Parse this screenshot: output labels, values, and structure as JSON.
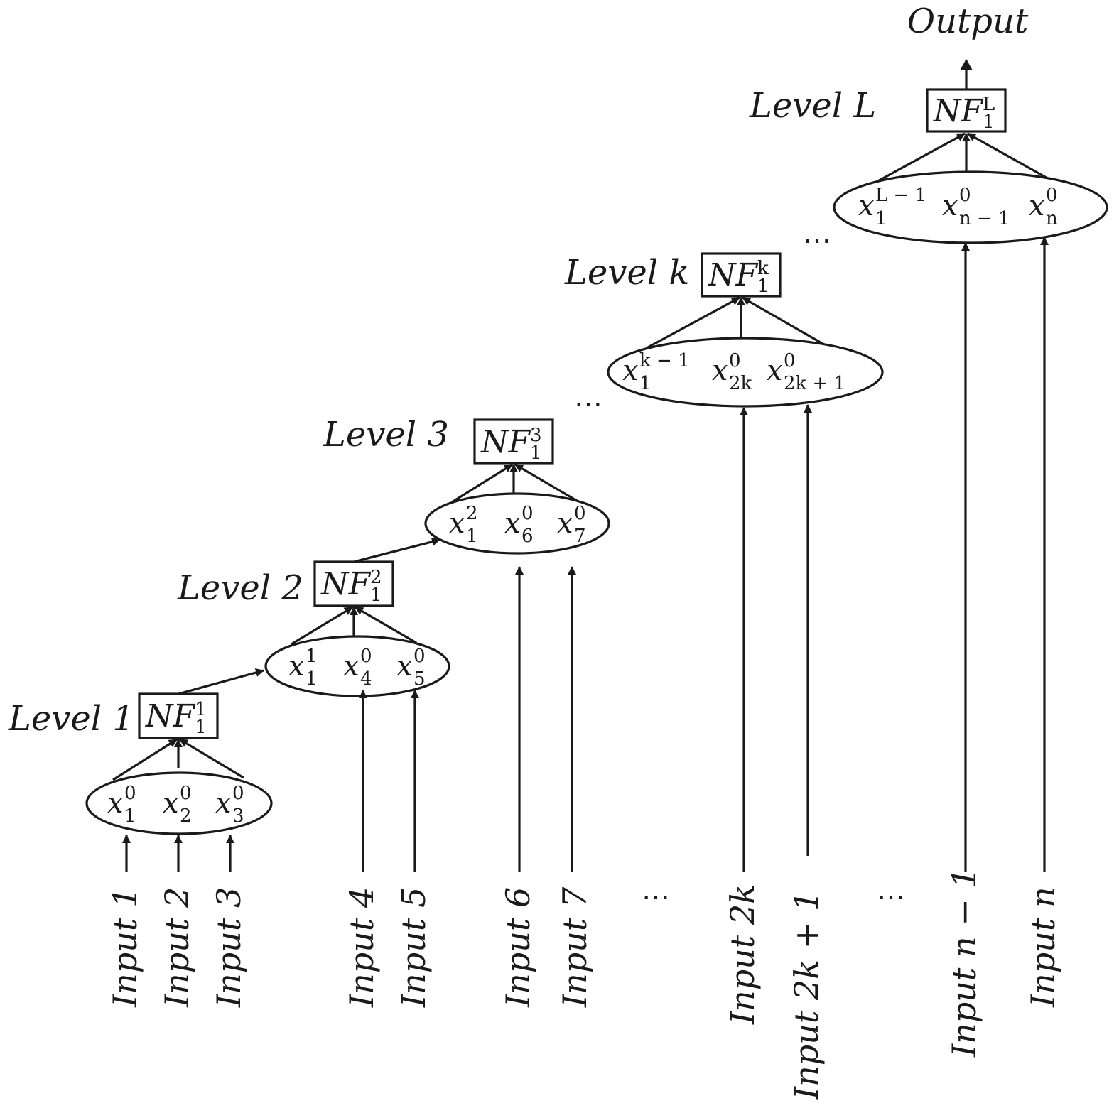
{
  "output_label": "Output",
  "dots": "⋯",
  "levels": [
    {
      "label": "Level 1",
      "nf": {
        "base": "NF",
        "sup": "1",
        "sub": "1"
      },
      "vars": [
        {
          "base": "x",
          "sup": "0",
          "sub": "1"
        },
        {
          "base": "x",
          "sup": "0",
          "sub": "2"
        },
        {
          "base": "x",
          "sup": "0",
          "sub": "3"
        }
      ]
    },
    {
      "label": "Level 2",
      "nf": {
        "base": "NF",
        "sup": "2",
        "sub": "1"
      },
      "vars": [
        {
          "base": "x",
          "sup": "1",
          "sub": "1"
        },
        {
          "base": "x",
          "sup": "0",
          "sub": "4"
        },
        {
          "base": "x",
          "sup": "0",
          "sub": "5"
        }
      ]
    },
    {
      "label": "Level 3",
      "nf": {
        "base": "NF",
        "sup": "3",
        "sub": "1"
      },
      "vars": [
        {
          "base": "x",
          "sup": "2",
          "sub": "1"
        },
        {
          "base": "x",
          "sup": "0",
          "sub": "6"
        },
        {
          "base": "x",
          "sup": "0",
          "sub": "7"
        }
      ]
    },
    {
      "label": "Level k",
      "nf": {
        "base": "NF",
        "sup": "k",
        "sub": "1"
      },
      "vars": [
        {
          "base": "x",
          "sup": "k − 1",
          "sub": "1"
        },
        {
          "base": "x",
          "sup": "0",
          "sub": "2k"
        },
        {
          "base": "x",
          "sup": "0",
          "sub": "2k + 1"
        }
      ]
    },
    {
      "label": "Level L",
      "nf": {
        "base": "NF",
        "sup": "L",
        "sub": "1"
      },
      "vars": [
        {
          "base": "x",
          "sup": "L − 1",
          "sub": "1"
        },
        {
          "base": "x",
          "sup": "0",
          "sub": "n − 1"
        },
        {
          "base": "x",
          "sup": "0",
          "sub": "n"
        }
      ]
    }
  ],
  "inputs": [
    "Input 1",
    "Input 2",
    "Input 3",
    "Input 4",
    "Input 5",
    "Input 6",
    "Input 7",
    "Input 2k",
    "Input 2k + 1",
    "Input n − 1",
    "Input n"
  ]
}
